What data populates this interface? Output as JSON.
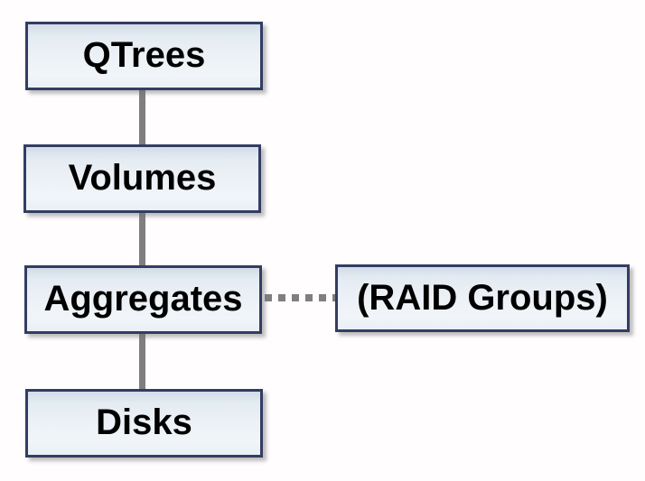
{
  "diagram": {
    "description": "Storage hierarchy diagram",
    "nodes": {
      "qtrees": {
        "label": "QTrees"
      },
      "volumes": {
        "label": "Volumes"
      },
      "aggregates": {
        "label": "Aggregates"
      },
      "disks": {
        "label": "Disks"
      },
      "raid_groups": {
        "label": "(RAID Groups)"
      }
    },
    "edges": [
      {
        "from": "qtrees",
        "to": "volumes",
        "style": "solid"
      },
      {
        "from": "volumes",
        "to": "aggregates",
        "style": "solid"
      },
      {
        "from": "aggregates",
        "to": "disks",
        "style": "solid"
      },
      {
        "from": "aggregates",
        "to": "raid_groups",
        "style": "dashed"
      }
    ],
    "colors": {
      "background": "#fffdfe",
      "box_border": "#333d63",
      "box_fill_top": "#d2dce7",
      "box_fill_mid": "#edf2f7",
      "box_fill_bottom": "#e9eff5",
      "connector": "#7f7f7f",
      "label_text": "#000000"
    }
  }
}
